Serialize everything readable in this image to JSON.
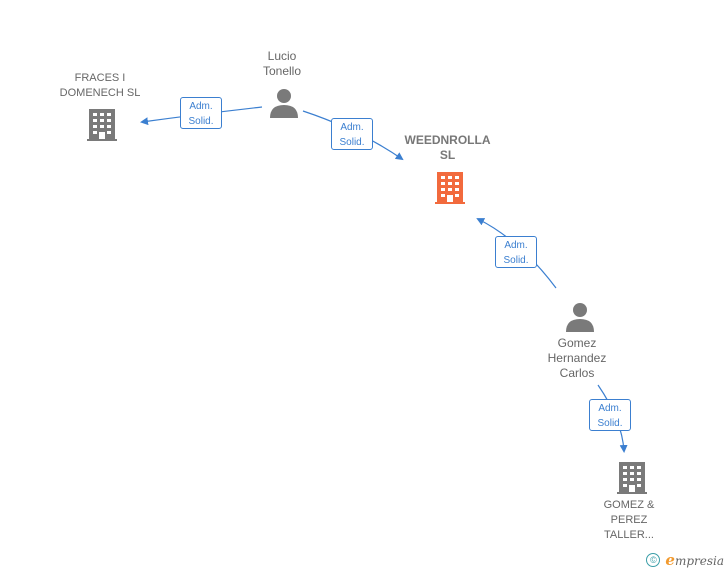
{
  "nodes": {
    "fraces": {
      "label": "FRACES I\nDOMENECH SL",
      "type": "company"
    },
    "lucio": {
      "label": "Lucio\nTonello",
      "type": "person"
    },
    "weednrolla": {
      "label": "WEEDNROLLA\nSL",
      "type": "company-main"
    },
    "gomez_person": {
      "label": "Gomez\nHernandez\nCarlos",
      "type": "person"
    },
    "gomez_company": {
      "label": "GOMEZ &\nPEREZ\nTALLER...",
      "type": "company"
    }
  },
  "edges": [
    {
      "line1": "Adm.",
      "line2": "Solid."
    },
    {
      "line1": "Adm.",
      "line2": "Solid."
    },
    {
      "line1": "Adm.",
      "line2": "Solid."
    },
    {
      "line1": "Adm.",
      "line2": "Solid."
    }
  ],
  "colors": {
    "edge": "#3b7fd0",
    "icon": "#7a7a7a",
    "main_icon": "#f26a3d",
    "brand_accent": "#f29a2e"
  },
  "footer": {
    "copyright_symbol": "©",
    "brand_initial": "e",
    "brand_rest": "mpresia"
  }
}
